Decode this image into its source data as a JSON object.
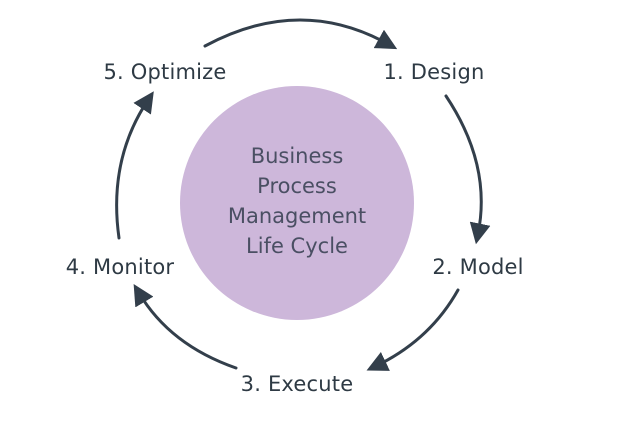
{
  "center": {
    "lines": [
      "Business",
      "Process",
      "Management",
      "Life Cycle"
    ],
    "fill_color": "#cdb7da"
  },
  "stages": [
    {
      "label": "1. Design"
    },
    {
      "label": "2. Model"
    },
    {
      "label": "3. Execute"
    },
    {
      "label": "4. Monitor"
    },
    {
      "label": "5. Optimize"
    }
  ],
  "arrow_color": "#333f4b",
  "text_color": "#2e3a44"
}
